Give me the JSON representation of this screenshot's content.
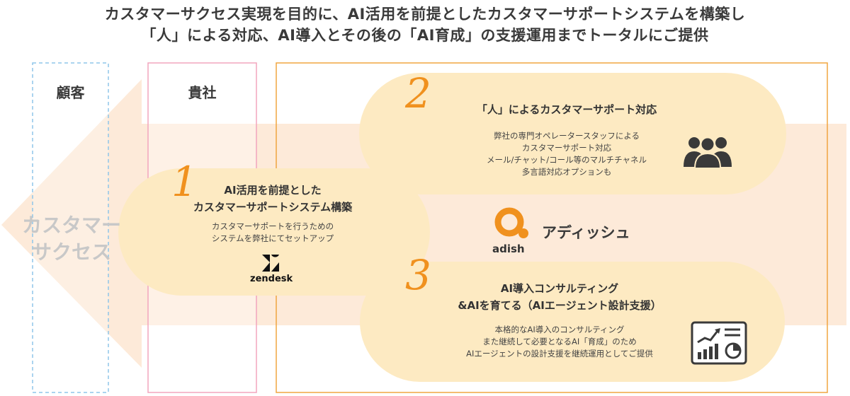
{
  "headline": {
    "line1": "カスタマーサクセス実現を目的に、AI活用を前提としたカスタマーサポートシステムを構築し",
    "line2": "「人」による対応、AI導入とその後の「AI育成」の支援運用までトータルにご提供"
  },
  "columns": {
    "customer": "顧客",
    "client": "貴社"
  },
  "customer_success": {
    "line1": "カスタマー",
    "line2": "サクセス"
  },
  "steps": [
    {
      "number": "1",
      "title_lines": [
        "AI活用を前提とした",
        "カスタマーサポートシステム構築"
      ],
      "desc_lines": [
        "カスタマーサポートを行うための",
        "システムを弊社にてセットアップ"
      ],
      "logo_text": "zendesk",
      "icon": "zendesk-logo"
    },
    {
      "number": "2",
      "title_lines": [
        "「人」によるカスタマーサポート対応"
      ],
      "desc_lines": [
        "弊社の専門オペレータースタッフによる",
        "カスタマーサポート対応",
        "メール/チャット/コール等のマルチチャネル",
        "多言語対応オプションも"
      ],
      "icon": "people-icon"
    },
    {
      "number": "3",
      "title_lines": [
        "AI導入コンサルティング",
        "&AIを育てる（AIエージェント設計支援）"
      ],
      "desc_lines": [
        "本格的なAI導入のコンサルティング",
        "また継続して必要となるAI「育成」のため",
        "AIエージェントの設計支援を継続運用としてご提供"
      ],
      "icon": "analytics-chart-icon"
    }
  ],
  "provider": {
    "name_kana": "アディッシュ",
    "logo_text": "adish",
    "icon": "adish-logo"
  },
  "colors": {
    "accent_orange": "#f0911e",
    "bubble_fill": "#fdeac2",
    "arrow_fill": "#fde6d2",
    "customer_border": "#8fc6ea",
    "client_border": "#f2a5bd",
    "provider_border": "#f0a541"
  }
}
